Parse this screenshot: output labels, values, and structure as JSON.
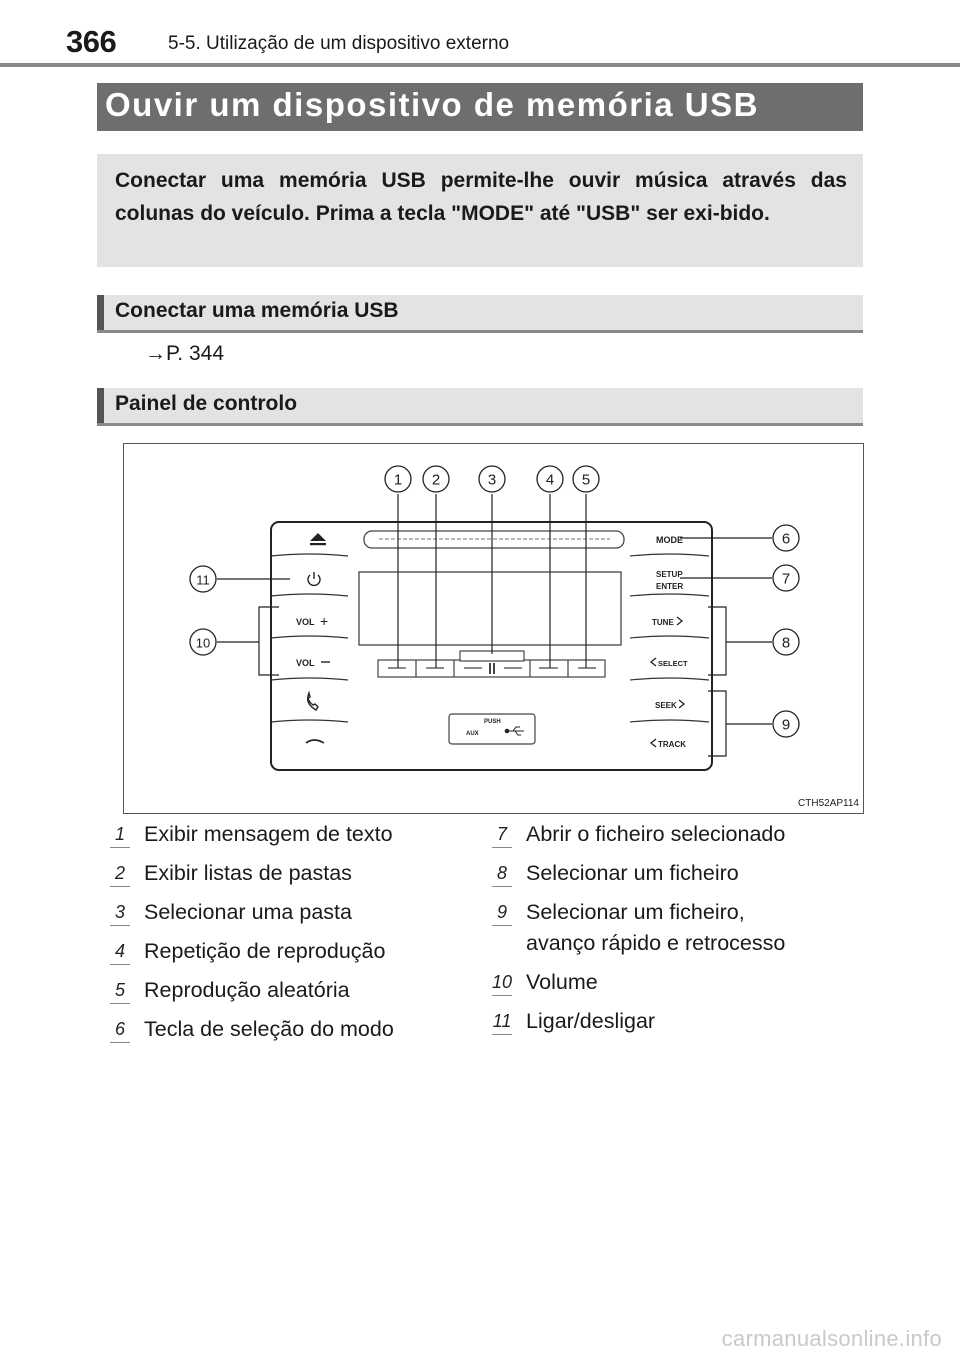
{
  "header": {
    "page_number": "366",
    "chapter": "5-5. Utilização de um dispositivo externo"
  },
  "title": "Ouvir um dispositivo de memória USB",
  "intro": "Conectar uma memória USB permite-lhe ouvir música através das colunas do veículo. Prima a tecla \"MODE\" até \"USB\" ser exi-bido.",
  "sections": {
    "connect": {
      "heading": "Conectar uma memória USB",
      "reference": "→P. 344"
    },
    "panel": {
      "heading": "Painel de controlo"
    }
  },
  "figure": {
    "code": "CTH52AP114",
    "callouts": [
      "1",
      "2",
      "3",
      "4",
      "5",
      "6",
      "7",
      "8",
      "9",
      "10",
      "11"
    ],
    "left_labels": {
      "vol_up": "VOL",
      "vol_down": "VOL"
    },
    "right_labels": {
      "mode": "MODE",
      "setup": "SETUP",
      "enter": "ENTER",
      "tune": "TUNE",
      "select": "SELECT",
      "seek": "SEEK",
      "track": "TRACK"
    },
    "aux_labels": {
      "push": "PUSH",
      "aux": "AUX"
    }
  },
  "legend": {
    "left": [
      {
        "num": "1",
        "text": "Exibir mensagem de texto"
      },
      {
        "num": "2",
        "text": "Exibir listas de pastas"
      },
      {
        "num": "3",
        "text": "Selecionar uma pasta"
      },
      {
        "num": "4",
        "text": "Repetição de reprodução"
      },
      {
        "num": "5",
        "text": "Reprodução aleatória"
      },
      {
        "num": "6",
        "text": "Tecla de seleção do modo"
      }
    ],
    "right": [
      {
        "num": "7",
        "text": "Abrir o ficheiro selecionado"
      },
      {
        "num": "8",
        "text": "Selecionar um ficheiro"
      },
      {
        "num": "9",
        "text": "Selecionar um ficheiro,",
        "text2": "avanço rápido e retrocesso"
      },
      {
        "num": "10",
        "text": "Volume"
      },
      {
        "num": "11",
        "text": "Ligar/desligar"
      }
    ]
  },
  "watermark": "carmanualsonline.info"
}
